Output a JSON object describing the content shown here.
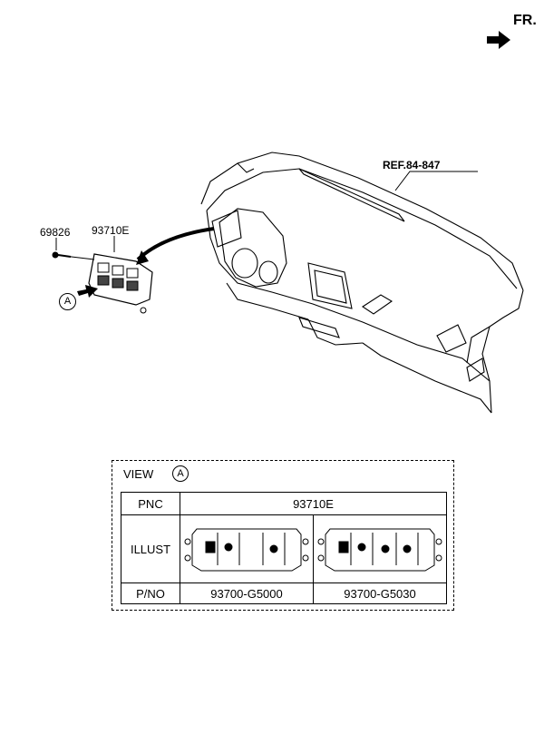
{
  "header": {
    "direction_label": "FR."
  },
  "labels": {
    "reference": "REF.84-847",
    "screw_part": "69826",
    "switch_part": "93710E",
    "callout": "A"
  },
  "view": {
    "title": "VIEW",
    "callout": "A",
    "table": {
      "row_headers": {
        "pnc": "PNC",
        "illust": "ILLUST",
        "pno": "P/NO"
      },
      "pnc_value": "93710E",
      "parts": [
        {
          "part_number": "93700-G5000"
        },
        {
          "part_number": "93700-G5030"
        }
      ]
    }
  },
  "icons": [
    "arrow-fr-icon",
    "arrow-view-icon",
    "screw-icon",
    "switch-panel-icon",
    "dashboard-icon",
    "circle-a-icon"
  ]
}
